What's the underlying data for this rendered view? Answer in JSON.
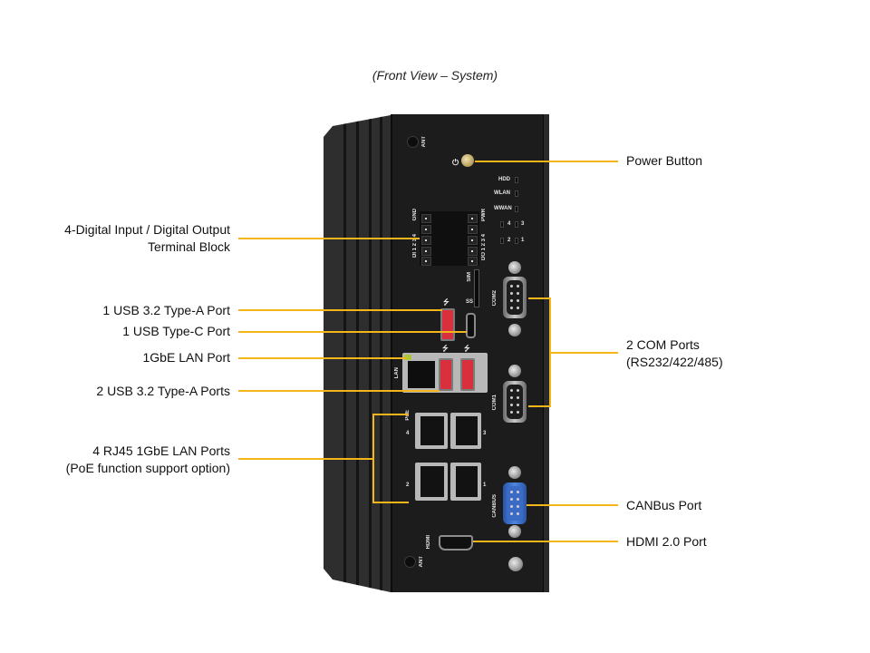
{
  "caption": "(Front View – System)",
  "callouts": {
    "left": [
      {
        "id": "dio",
        "lines": [
          "4-Digital Input / Digital Output",
          "Terminal Block"
        ]
      },
      {
        "id": "usb-a-single",
        "lines": [
          "1 USB 3.2 Type-A Port"
        ]
      },
      {
        "id": "usb-c",
        "lines": [
          "1 USB Type-C Port"
        ]
      },
      {
        "id": "lan-1gbe",
        "lines": [
          "1GbE LAN Port"
        ]
      },
      {
        "id": "usb-a-double",
        "lines": [
          "2 USB 3.2 Type-A Ports"
        ]
      },
      {
        "id": "rj45-4",
        "lines": [
          "4 RJ45 1GbE LAN Ports",
          "(PoE function support option)"
        ]
      }
    ],
    "right": [
      {
        "id": "power",
        "lines": [
          "Power Button"
        ]
      },
      {
        "id": "com",
        "lines": [
          "2 COM Ports",
          "(RS232/422/485)"
        ]
      },
      {
        "id": "canbus",
        "lines": [
          "CANBus Port"
        ]
      },
      {
        "id": "hdmi",
        "lines": [
          "HDMI 2.0 Port"
        ]
      }
    ]
  },
  "panel_labels": {
    "ant_top": "ANT",
    "ant_bottom": "ANT",
    "hdd": "HDD",
    "wlan": "WLAN",
    "wwan": "WWAN",
    "gnd": "GND",
    "pwr": "PWR",
    "di": "DI 1 2 3 4",
    "do": "DO 1 2 3 4",
    "sim": "SIM",
    "lan": "LAN",
    "poe": "PoE",
    "com2": "COM2",
    "com1": "COM1",
    "canbus": "CANBUS",
    "hdmi": "HDMI",
    "led_4": "4",
    "led_3": "3",
    "led_2": "2",
    "led_1": "1",
    "port_4": "4",
    "port_3": "3",
    "port_2": "2",
    "port_1": "1"
  },
  "colors": {
    "callout_line": "#f2b61a",
    "usb_red": "#d8303c",
    "canbus_blue": "#3a6cc6"
  }
}
